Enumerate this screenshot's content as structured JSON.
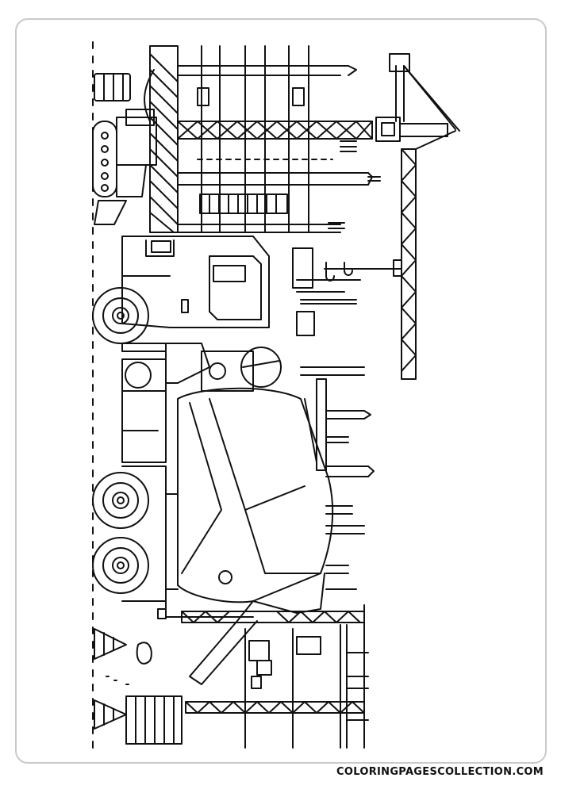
{
  "illustration": {
    "subject": "cement-mixer-truck-construction-site",
    "style": "black-and-white-line-art"
  },
  "watermark": {
    "text": "COLORINGPAGESCOLLECTION.COM"
  },
  "colors": {
    "line": "#111111",
    "border": "#c9c9c9",
    "background": "#ffffff"
  }
}
